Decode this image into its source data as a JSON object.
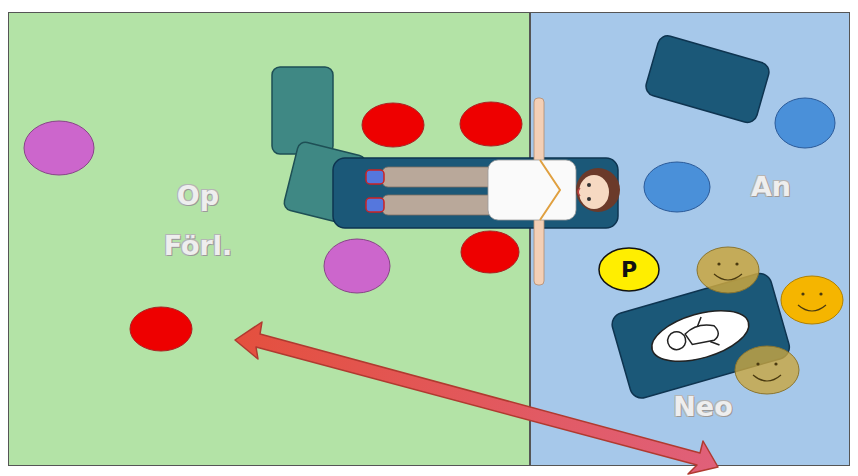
{
  "diagram": {
    "nodes": [
      {
        "text": [
          "Op Förl."
        ]
      },
      {
        "text": [
          "An",
          "Neo"
        ]
      },
      {
        "text": [
          "P"
        ],
        "in": 1
      }
    ]
  }
}
